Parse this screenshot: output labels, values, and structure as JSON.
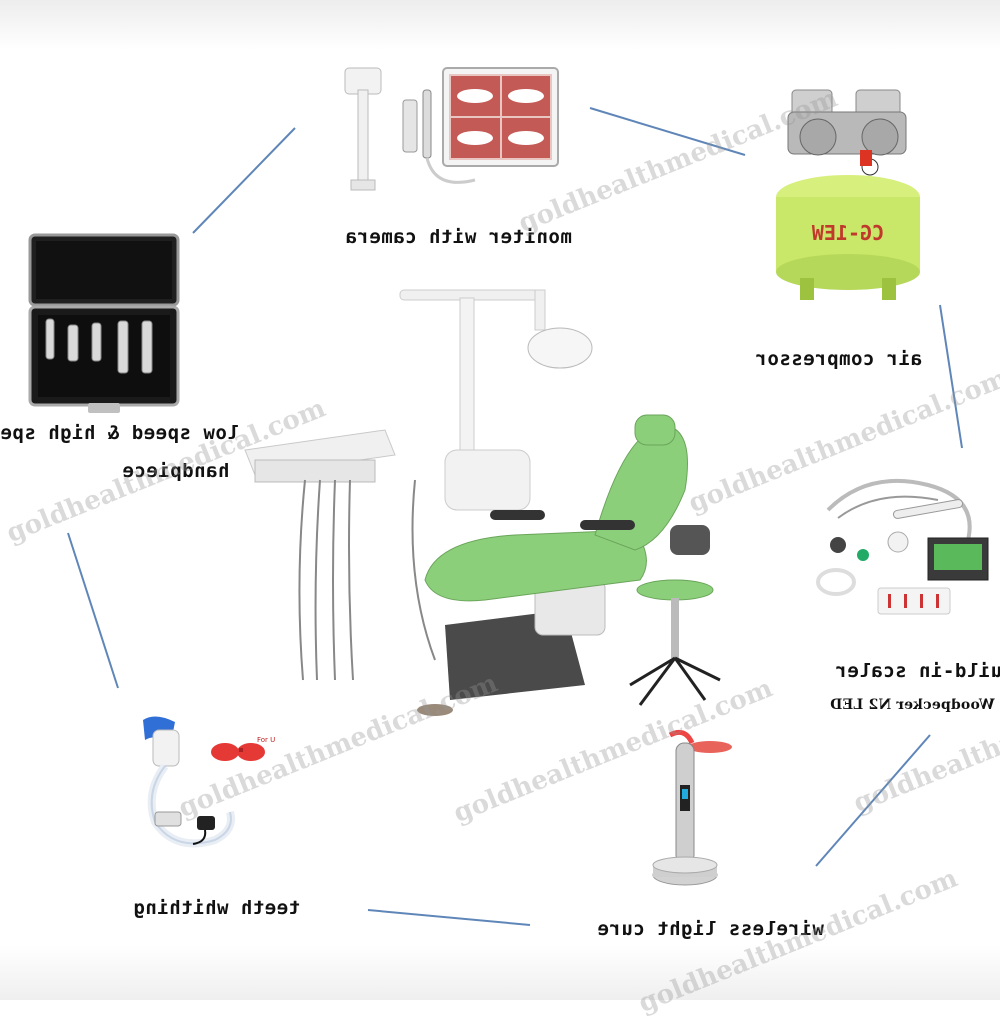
{
  "items": {
    "monitor": {
      "caption": "moniter with camera"
    },
    "compressor": {
      "caption": "air compressor",
      "tank_text": "CG-1EW"
    },
    "handpiece": {
      "caption_line1": "low speed & high spe",
      "caption_line2": "handpiece"
    },
    "scaler": {
      "caption_line1": "build-in scaler",
      "caption_line2": "Woodpecker N2 LED"
    },
    "whitening": {
      "caption": "teeth whithing",
      "tag": "For Use"
    },
    "light_cure": {
      "caption": "wireless light cure"
    }
  },
  "watermarks": [
    "goldhealthmedical.com",
    "goldhealthmedical.com",
    "goldhealthmedical.com",
    "goldhealthmedical.com",
    "goldhealthmedical.com",
    "goldhealthmedical.com",
    "goldhealthmedical.com"
  ],
  "colors": {
    "chair_green": "#8ccf7a",
    "compressor_green": "#c9e86a",
    "connector_blue": "#5f86b8",
    "base_gray": "#4a4a4a"
  },
  "icons": [
    "dental-chair-icon",
    "monitor-icon",
    "compressor-icon",
    "handpiece-case-icon",
    "scaler-icon",
    "whitening-lamp-icon",
    "curing-light-icon"
  ]
}
